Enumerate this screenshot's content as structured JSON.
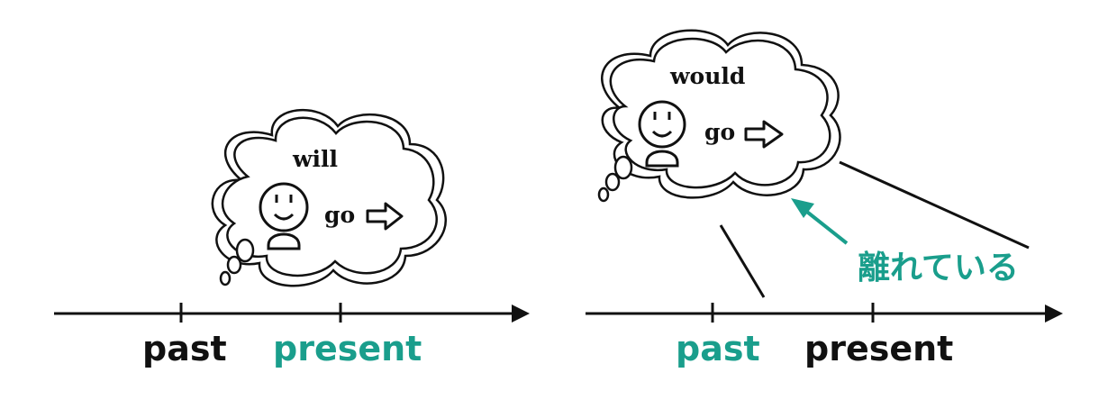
{
  "colors": {
    "ink": "#111111",
    "accent": "#1a9e8c"
  },
  "left_panel": {
    "modal": "will",
    "verb": "go",
    "timeline": {
      "past_label": "past",
      "present_label": "present",
      "highlighted": "present"
    }
  },
  "right_panel": {
    "modal": "would",
    "verb": "go",
    "distance_label": "離れている",
    "timeline": {
      "past_label": "past",
      "present_label": "present",
      "highlighted": "past"
    }
  },
  "icons": [
    "thought-bubble-icon",
    "smiley-person-icon",
    "outline-arrow-icon"
  ]
}
